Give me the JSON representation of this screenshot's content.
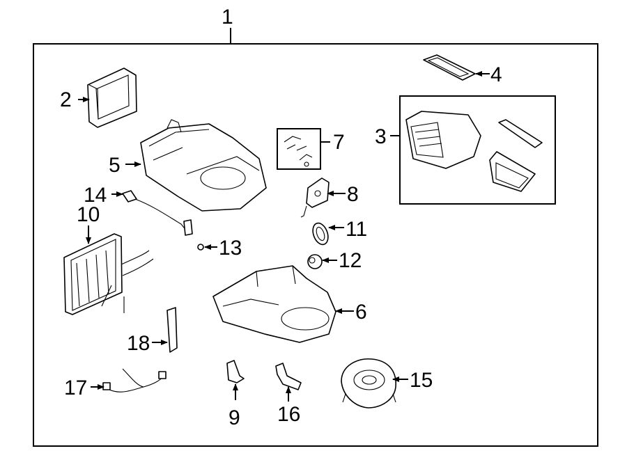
{
  "diagram": {
    "callouts": {
      "c1": "1",
      "c2": "2",
      "c3": "3",
      "c4": "4",
      "c5": "5",
      "c6": "6",
      "c7": "7",
      "c8": "8",
      "c9": "9",
      "c10": "10",
      "c11": "11",
      "c12": "12",
      "c13": "13",
      "c14": "14",
      "c15": "15",
      "c16": "16",
      "c17": "17",
      "c18": "18"
    }
  }
}
